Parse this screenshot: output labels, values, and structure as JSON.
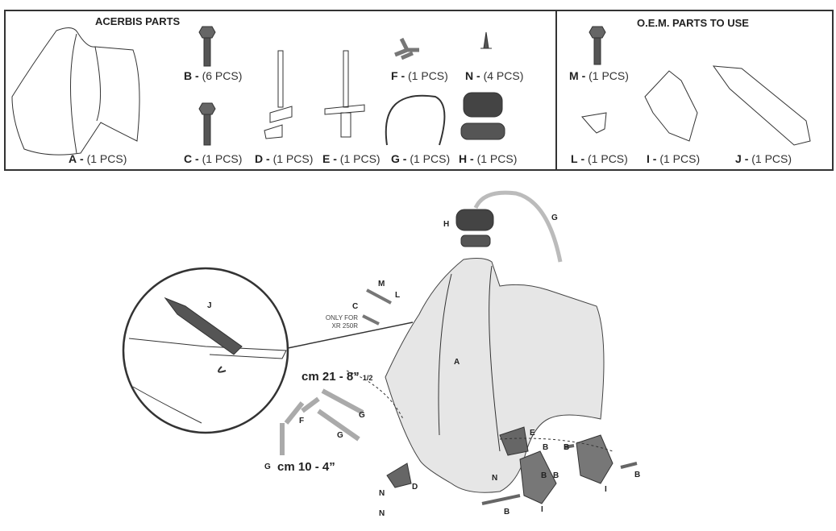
{
  "acerbis": {
    "title": "ACERBIS PARTS",
    "parts": [
      {
        "letter": "A",
        "qty": "(1 PCS)"
      },
      {
        "letter": "B",
        "qty": "(6 PCS)"
      },
      {
        "letter": "C",
        "qty": "(1 PCS)"
      },
      {
        "letter": "D",
        "qty": "(1 PCS)"
      },
      {
        "letter": "E",
        "qty": "(1 PCS)"
      },
      {
        "letter": "F",
        "qty": "(1 PCS)"
      },
      {
        "letter": "N",
        "qty": "(4 PCS)"
      },
      {
        "letter": "G",
        "qty": "(1 PCS)"
      },
      {
        "letter": "H",
        "qty": "(1 PCS)"
      }
    ]
  },
  "oem": {
    "title": "O.E.M. PARTS TO USE",
    "parts": [
      {
        "letter": "M",
        "qty": "(1 PCS)"
      },
      {
        "letter": "L",
        "qty": "(1 PCS)"
      },
      {
        "letter": "I",
        "qty": "(1 PCS)"
      },
      {
        "letter": "J",
        "qty": "(1 PCS)"
      }
    ]
  },
  "diagram": {
    "labels": {
      "H": "H",
      "G1": "G",
      "M": "M",
      "L": "L",
      "C": "C",
      "A": "A",
      "J": "J",
      "F": "F",
      "G2": "G",
      "G3": "G",
      "G4": "G",
      "E": "E",
      "D": "D",
      "N1": "N",
      "N2": "N",
      "N3": "N",
      "B1": "B",
      "B2": "B",
      "B3": "B",
      "B4": "B",
      "B5": "B",
      "B6": "B",
      "I1": "I",
      "I2": "I"
    },
    "note_line1": "ONLY FOR",
    "note_line2": "XR 250R",
    "hose_long": "cm 21 - 8”",
    "hose_long_frac": "1/2",
    "hose_short": "cm 10 - 4”"
  }
}
